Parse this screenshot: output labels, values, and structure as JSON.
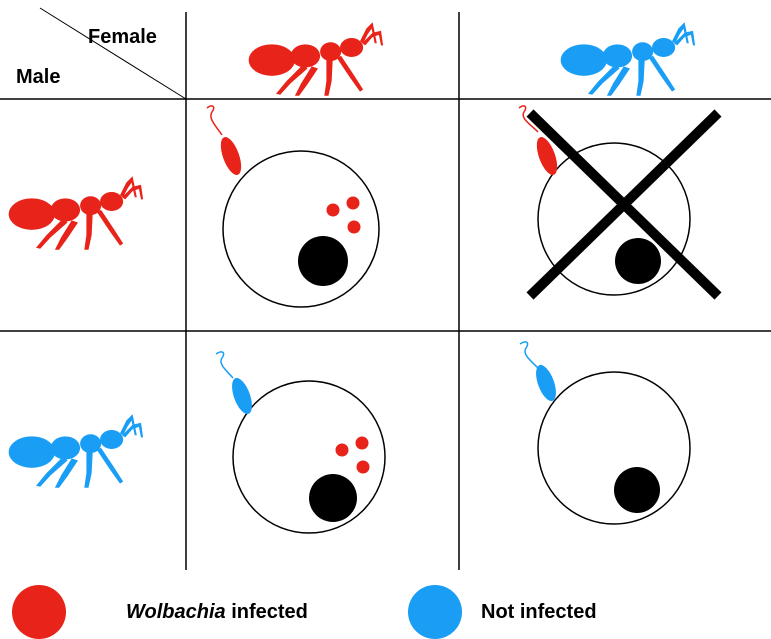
{
  "header": {
    "female_label": "Female",
    "male_label": "Male"
  },
  "legend": {
    "infected_italic": "Wolbachia",
    "infected_suffix": " infected",
    "not_infected": "Not infected"
  },
  "colors": {
    "infected": "#e8231a",
    "not_infected": "#1a9ef5",
    "line": "#000000"
  },
  "icons": {
    "ant": "ant-icon",
    "bacterium": "bacterium-icon",
    "egg": "egg-cell-icon",
    "cross": "cross-icon"
  }
}
